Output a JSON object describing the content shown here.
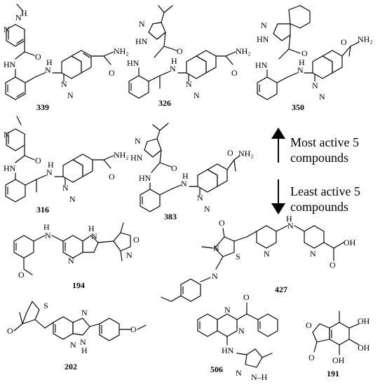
{
  "compound_labels": {
    "c339": "339",
    "c326": "326",
    "c350": "350",
    "c316": "316",
    "c383": "383",
    "c194": "194",
    "c427": "427",
    "c202": "202",
    "c506": "506",
    "c191": "191"
  },
  "legend": {
    "most_active_line1": "Most active 5",
    "most_active_line2": "compounds",
    "least_active_line1": "Least active 5",
    "least_active_line2": "compounds"
  },
  "atoms": {
    "N": "N",
    "NH": "NH",
    "HN": "HN",
    "HNNH": "H",
    "O": "O",
    "S": "S",
    "NH2": "NH₂",
    "OH": "OH",
    "H": "H",
    "N_H": "N–H"
  }
}
